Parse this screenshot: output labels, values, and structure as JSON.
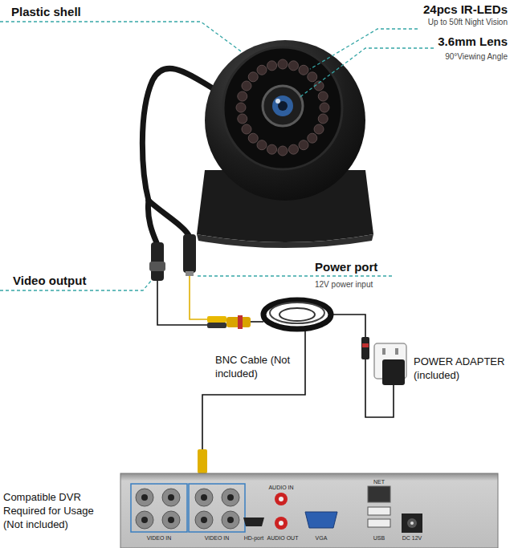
{
  "diagram": {
    "labels": [
      "Plastic shell",
      "24pcs IR-LEDs",
      "Up to 50ft Night Vision",
      "3.6mm Lens",
      "90°Viewing Angle",
      "Video output",
      "Power port",
      "12V power input",
      "BNC Cable (Not included)",
      "POWER ADAPTER (included)",
      "Compatible DVR Required for Usage (Not included)",
      "VIDEO IN",
      "VIDEO IN",
      "AUDIO IN",
      "AUDIO OUT",
      "HD-port",
      "VGA",
      "USB",
      "DC 12V",
      "NET"
    ]
  }
}
